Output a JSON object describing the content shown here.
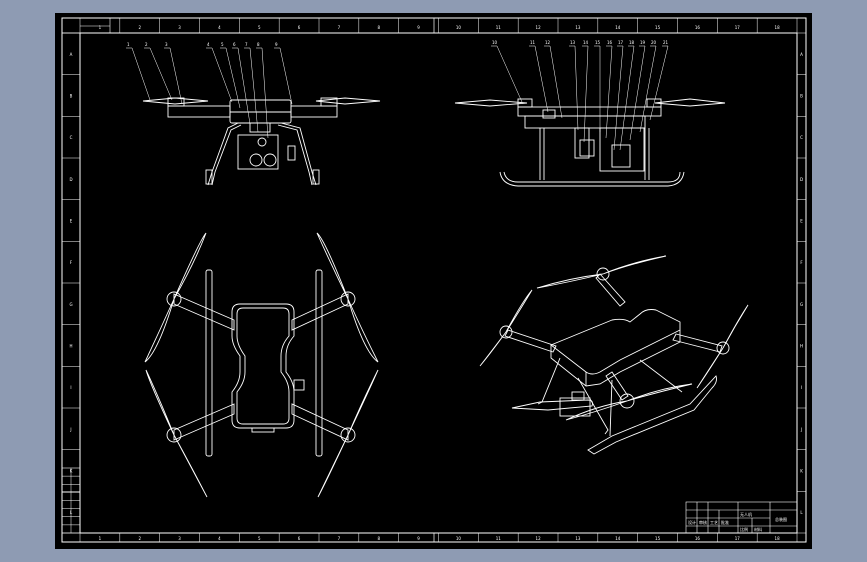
{
  "canvas": {
    "background_color": "#8e9bb3",
    "paper_color": "#000000",
    "line_color": "#ffffff"
  },
  "drawing": {
    "views": [
      {
        "name": "front-view"
      },
      {
        "name": "side-view"
      },
      {
        "name": "top-view"
      },
      {
        "name": "isometric-view"
      }
    ],
    "callout_labels": {
      "front": [
        "1",
        "2",
        "3",
        "4",
        "5",
        "6",
        "7",
        "8",
        "9"
      ],
      "side": [
        "10",
        "11",
        "12",
        "13",
        "14",
        "15",
        "16",
        "17",
        "18",
        "19",
        "20",
        "21"
      ]
    },
    "border_marks": {
      "top": [
        "1",
        "2",
        "3",
        "4",
        "5",
        "6",
        "7",
        "8",
        "9",
        "10",
        "11",
        "12",
        "13",
        "14",
        "15",
        "16",
        "17",
        "18"
      ],
      "side": [
        "A",
        "B",
        "C",
        "D",
        "E",
        "F",
        "G",
        "H",
        "I",
        "J",
        "K",
        "L"
      ]
    },
    "title_block": {
      "cells": [
        "设计",
        "审核",
        "工艺",
        "批准",
        "无人机",
        "总装图",
        "比例",
        "材料"
      ]
    },
    "revision_table": {
      "rows": [
        "",
        "",
        "",
        "",
        "",
        "",
        "",
        ""
      ]
    }
  }
}
